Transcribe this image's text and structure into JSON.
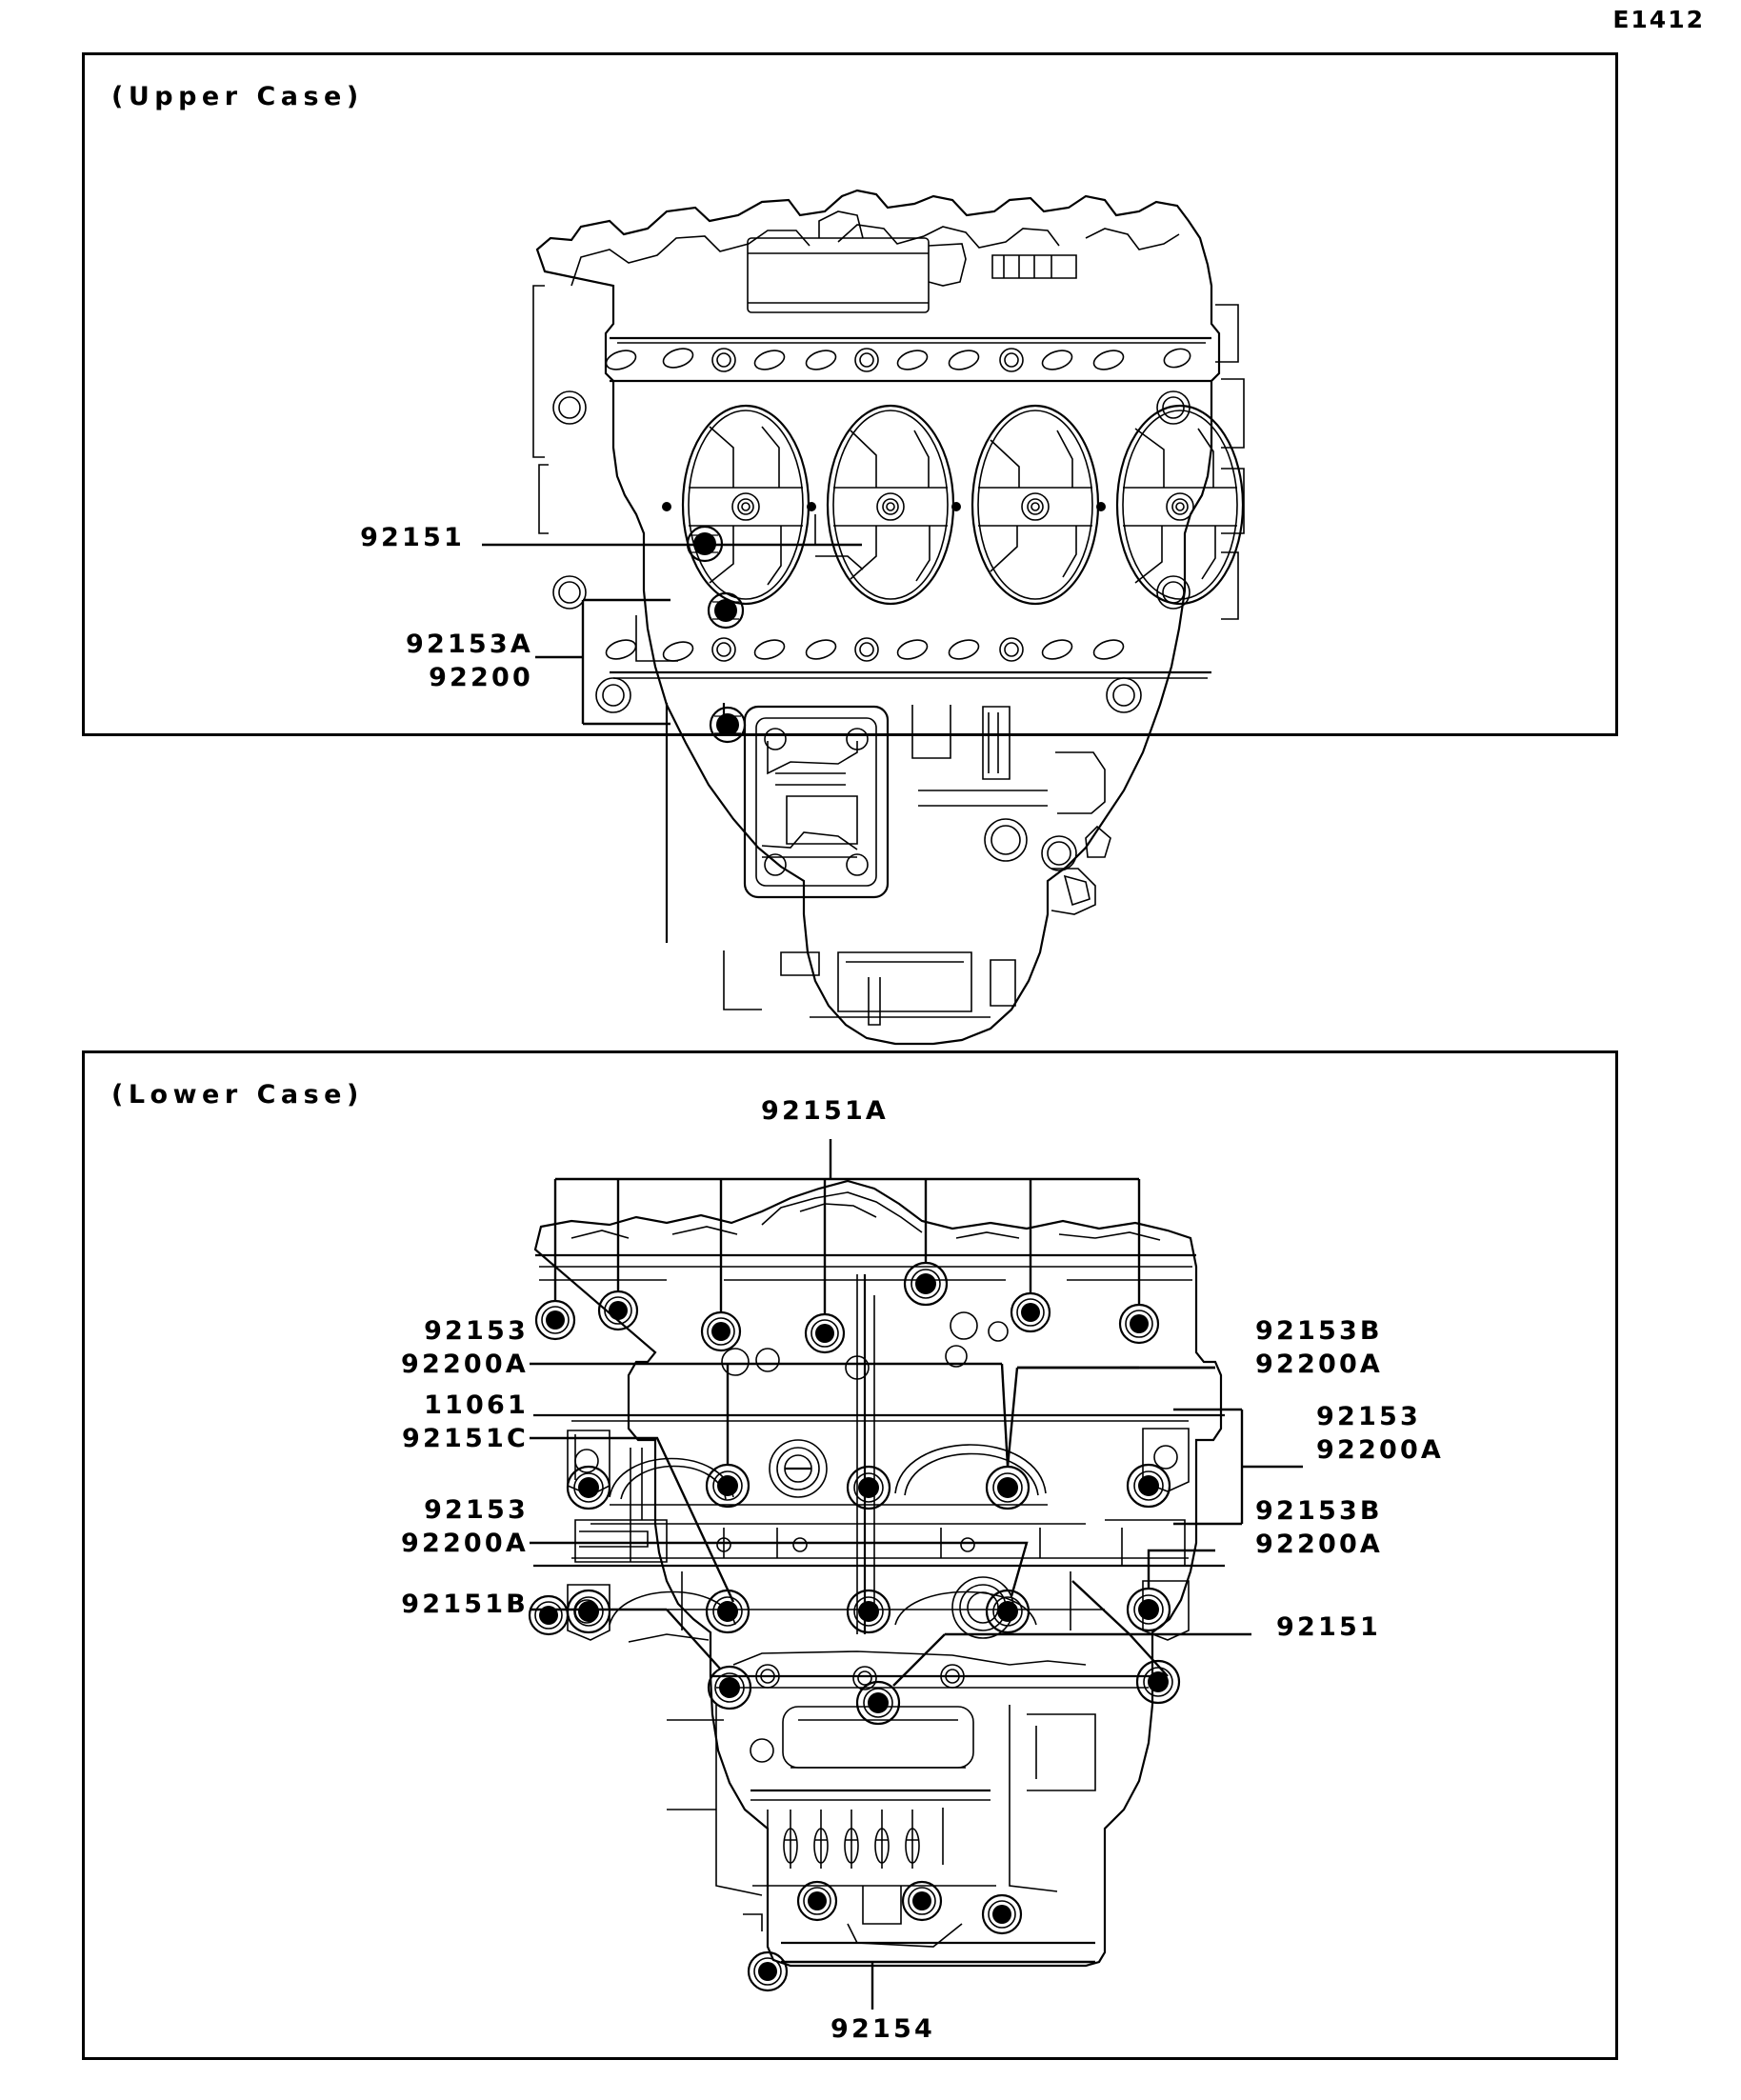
{
  "document": {
    "code": "E1412",
    "kind": "parts-diagram",
    "subject": "Crankcase Bolt Pattern"
  },
  "panels": [
    {
      "id": "upper",
      "title": "(Upper Case)",
      "callouts": [
        {
          "id": "u1",
          "lines": [
            "92151"
          ]
        },
        {
          "id": "u2",
          "lines": [
            "92153A",
            "92200"
          ]
        }
      ]
    },
    {
      "id": "lower",
      "title": "(Lower Case)",
      "callouts": [
        {
          "id": "l-top",
          "lines": [
            "92151A"
          ]
        },
        {
          "id": "l-1",
          "lines": [
            "92153",
            "92200A"
          ]
        },
        {
          "id": "l-2",
          "lines": [
            "11061",
            "92151C"
          ]
        },
        {
          "id": "l-3",
          "lines": [
            "92153",
            "92200A"
          ]
        },
        {
          "id": "l-4",
          "lines": [
            "92151B"
          ]
        },
        {
          "id": "r-1",
          "lines": [
            "92153B",
            "92200A"
          ]
        },
        {
          "id": "r-2",
          "lines": [
            "92153",
            "92200A"
          ]
        },
        {
          "id": "r-3",
          "lines": [
            "92153B",
            "92200A"
          ]
        },
        {
          "id": "r-4",
          "lines": [
            "92151"
          ]
        },
        {
          "id": "l-bot",
          "lines": [
            "92154"
          ]
        }
      ]
    }
  ],
  "labels": {
    "upper_92151": "92151",
    "upper_92153A": "92153A",
    "upper_92200": "92200",
    "lower_92151A": "92151A",
    "lower_left_1_a": "92153",
    "lower_left_1_b": "92200A",
    "lower_left_2_a": "11061",
    "lower_left_2_b": "92151C",
    "lower_left_3_a": "92153",
    "lower_left_3_b": "92200A",
    "lower_left_4": "92151B",
    "lower_right_1_a": "92153B",
    "lower_right_1_b": "92200A",
    "lower_right_2_a": "92153",
    "lower_right_2_b": "92200A",
    "lower_right_3_a": "92153B",
    "lower_right_3_b": "92200A",
    "lower_right_4": "92151",
    "lower_bottom": "92154"
  },
  "colors": {
    "line": "#000000",
    "background": "#ffffff",
    "bolt_fill": "#000000"
  }
}
